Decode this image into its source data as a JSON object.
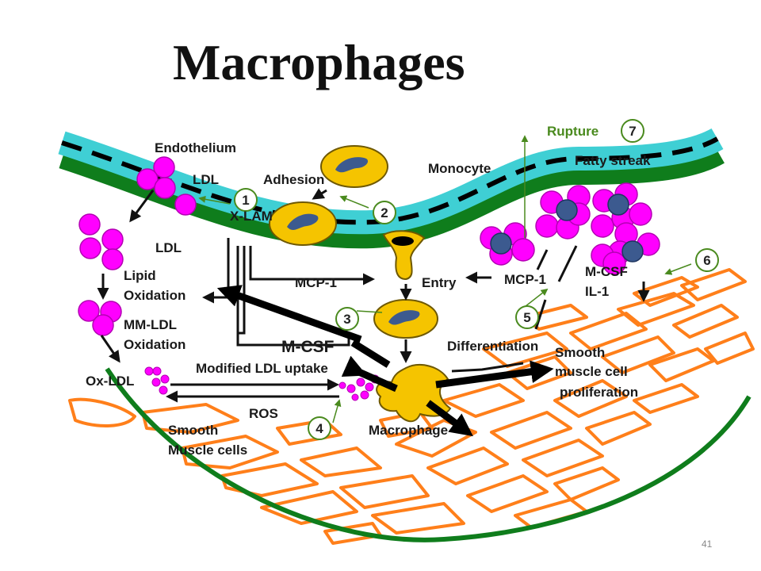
{
  "slide": {
    "title": "Macrophages",
    "page_number": "41"
  },
  "labels": {
    "endothelium": "Endothelium",
    "ldl_top": "LDL",
    "adhesion": "Adhesion",
    "monocyte": "Monocyte",
    "rupture": "Rupture",
    "fatty_streak": "Fatty streak",
    "xlam": "X-LAM",
    "ldl": "LDL",
    "lipid_oxidation": [
      "Lipid",
      "Oxidation"
    ],
    "mcp1_left": "MCP-1",
    "entry": "Entry",
    "mcp1_right": "MCP-1",
    "mcsf_il1": [
      "M-CSF",
      "IL-1"
    ],
    "mm_ldl_oxidation": [
      "MM-LDL",
      "Oxidation"
    ],
    "mcsf_center": "M-CSF",
    "differentiation": "Differentiation",
    "smooth_muscle_prolif": [
      "Smooth",
      "muscle cell",
      "proliferation"
    ],
    "modified_ldl_uptake": "Modified LDL uptake",
    "ox_ldl": "Ox-LDL",
    "ros": "ROS",
    "smooth_muscle_cells": [
      "Smooth",
      "Muscle cells"
    ],
    "macrophage": "Macrophage"
  },
  "steps": [
    "1",
    "2",
    "3",
    "4",
    "5",
    "6",
    "7"
  ],
  "colors": {
    "endothelium_cyan": "#3fcfd4",
    "vessel_green": "#0f7d1c",
    "particle_magenta": "#ff00ff",
    "monocyte_yellow": "#f5c400",
    "nucleus_blue": "#3c5a8f",
    "muscle_orange": "#ff7f1a",
    "badge_green": "#4a8a1e"
  }
}
